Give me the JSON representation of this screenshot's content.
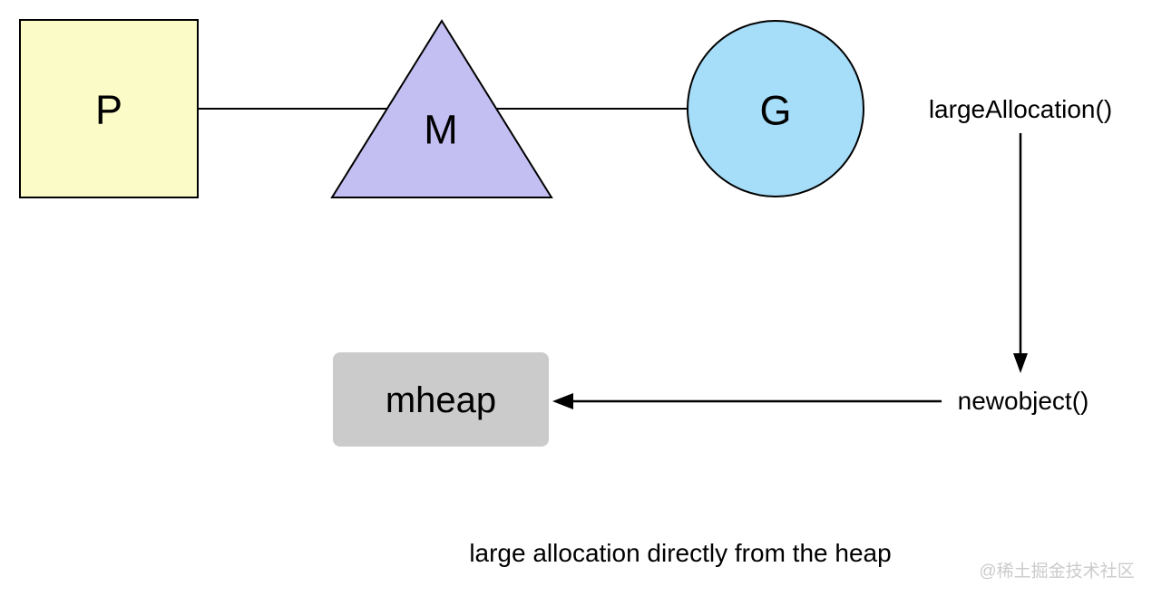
{
  "nodes": {
    "p": {
      "label": "P",
      "fill": "#FBFBC7"
    },
    "m": {
      "label": "M",
      "fill": "#C3BFF2"
    },
    "g": {
      "label": "G",
      "fill": "#A6DDF9"
    },
    "mheap": {
      "label": "mheap",
      "fill": "#CBCBCB"
    }
  },
  "labels": {
    "large_allocation": "largeAllocation()",
    "newobject": "newobject()"
  },
  "caption": "large allocation directly from the heap",
  "watermark": {
    "text": "@稀土掘金技术社区",
    "color": "#cbcbcb"
  },
  "colors": {
    "stroke": "#000000",
    "arrow": "#000000",
    "background": "#ffffff"
  }
}
